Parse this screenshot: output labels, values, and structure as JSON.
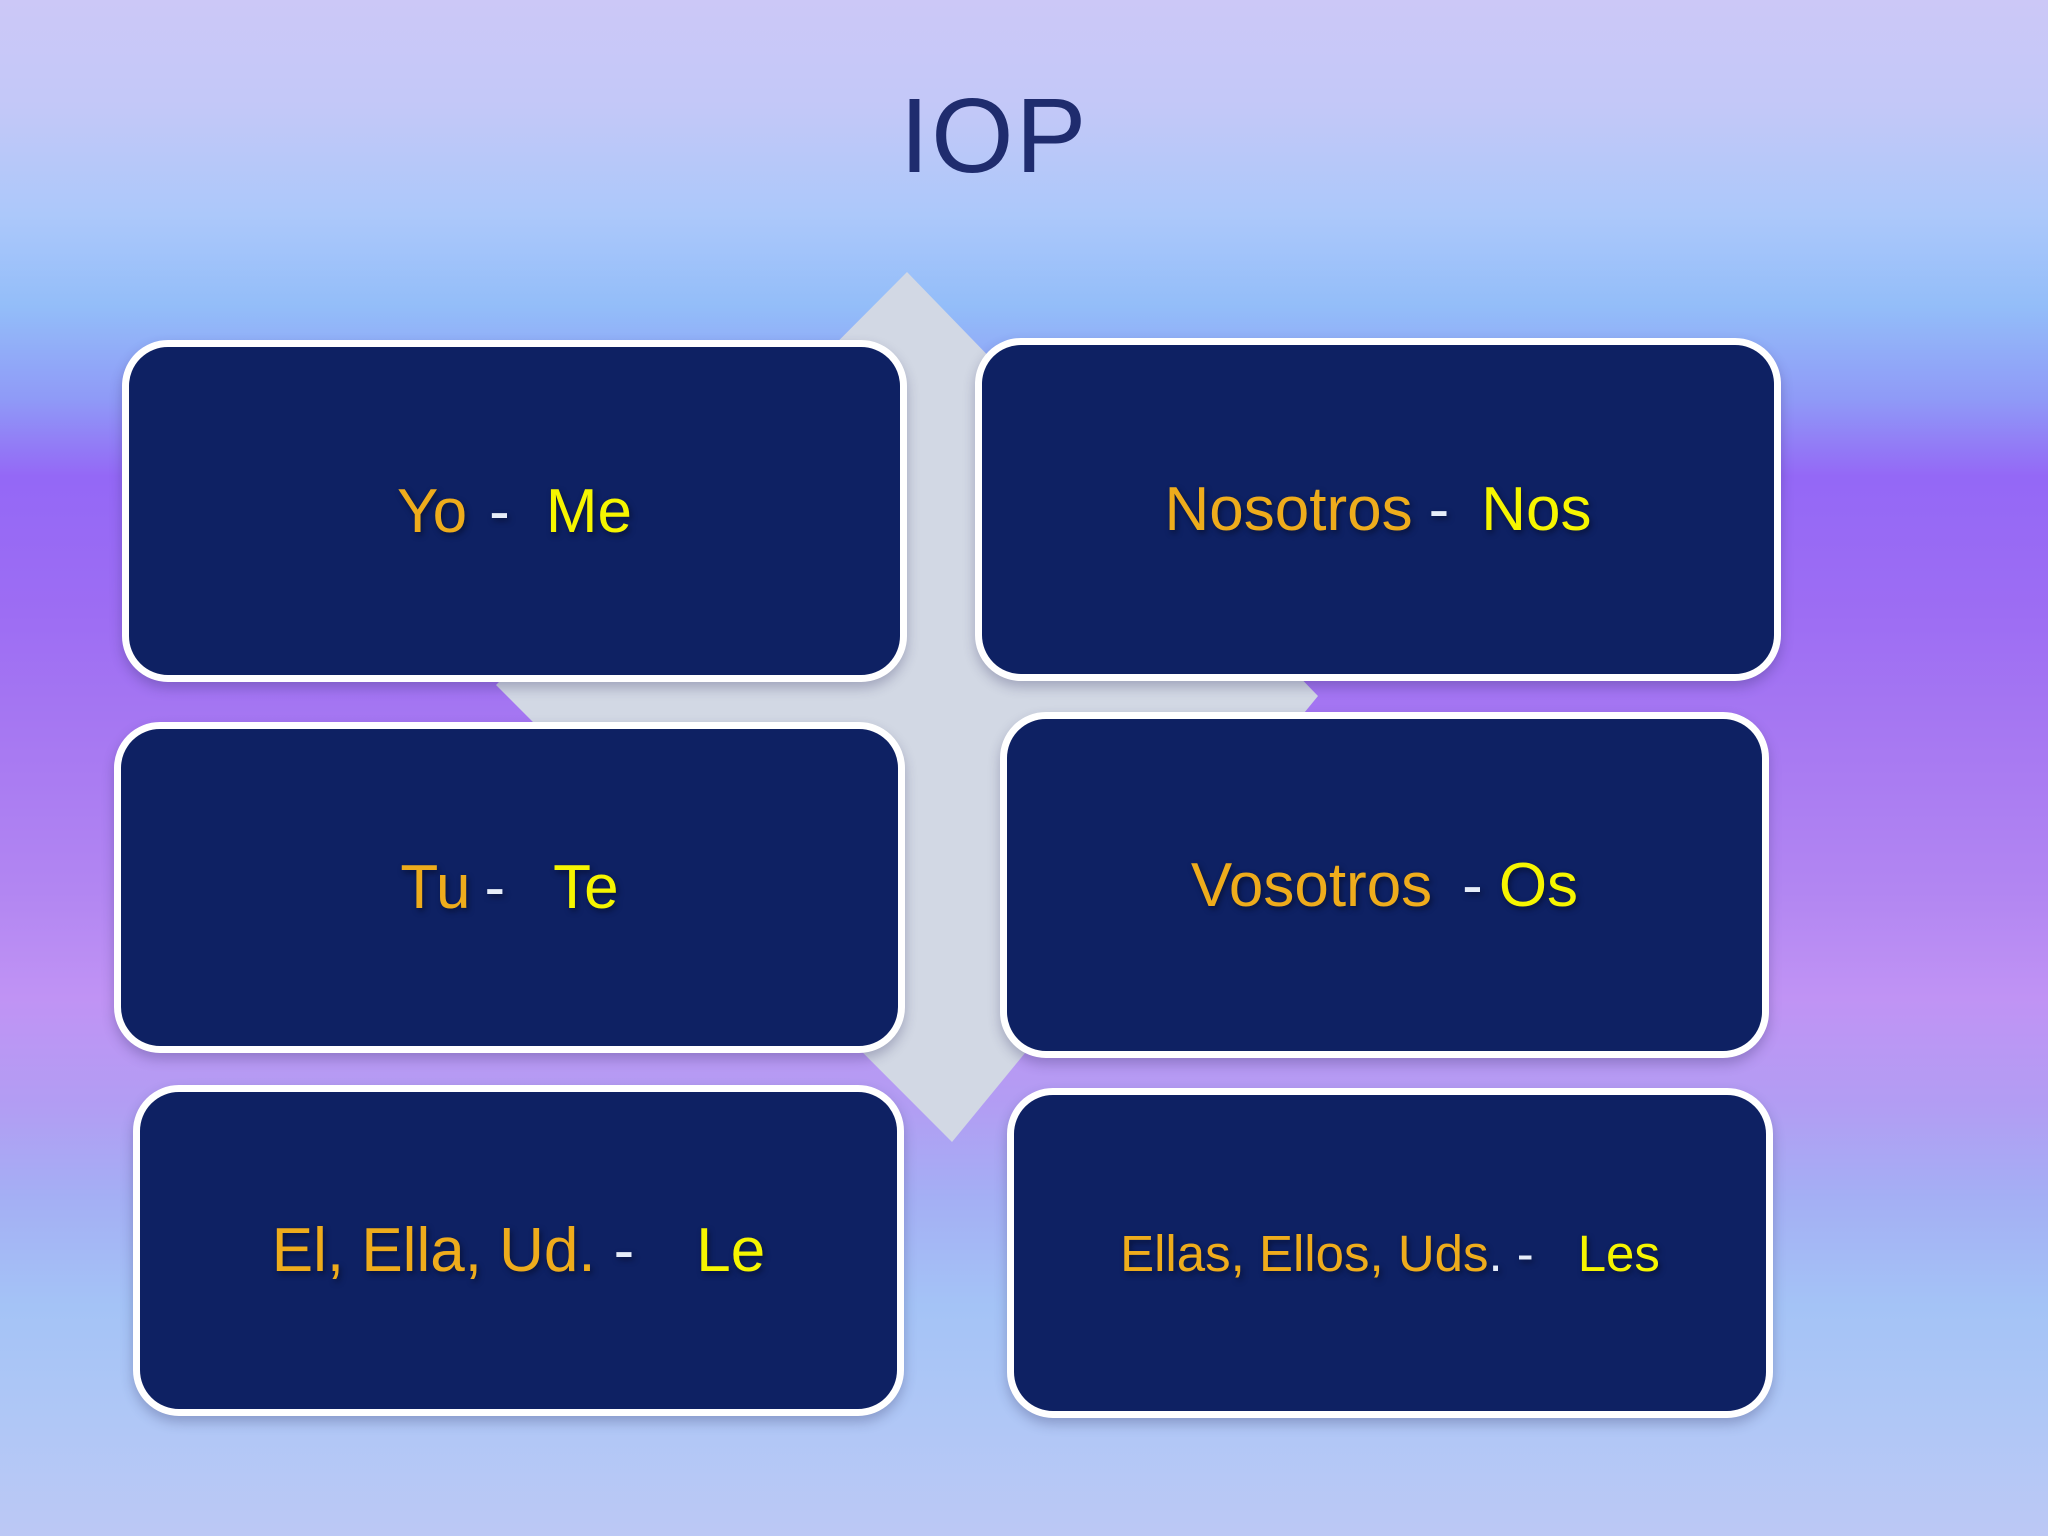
{
  "title": "IOP",
  "colors": {
    "background_top": "#CCC8F7",
    "background_blue": "#93BDF9",
    "background_purple": "#9D6DF3",
    "background_pink": "#C093F4",
    "background_bottom": "#BCC8F5",
    "box_fill": "#0E2163",
    "box_border": "#FFFFFF",
    "diamond_fill": "#D2D8E4",
    "spanish_text": "#EEAC1C",
    "dash_text": "#E6EDF9",
    "iop_text": "#F6F500",
    "title_text": "#1F2C6E"
  },
  "boxes": [
    {
      "spanish": "Yo",
      "dash": "-",
      "iop": "Me",
      "suffix": ""
    },
    {
      "spanish": "Nosotros",
      "dash": "-",
      "iop": "Nos",
      "suffix": ""
    },
    {
      "spanish": "Tu",
      "dash": "-",
      "iop": "Te",
      "suffix": ""
    },
    {
      "spanish": "Vosotros",
      "dash": "-",
      "iop": "Os",
      "suffix": ""
    },
    {
      "spanish": "El, Ella, Ud.",
      "dash": "-",
      "iop": "Le",
      "suffix": ""
    },
    {
      "spanish": "Ellas, Ellos, Uds",
      "suffix": ".",
      "dash": "-",
      "iop": "Les"
    }
  ]
}
